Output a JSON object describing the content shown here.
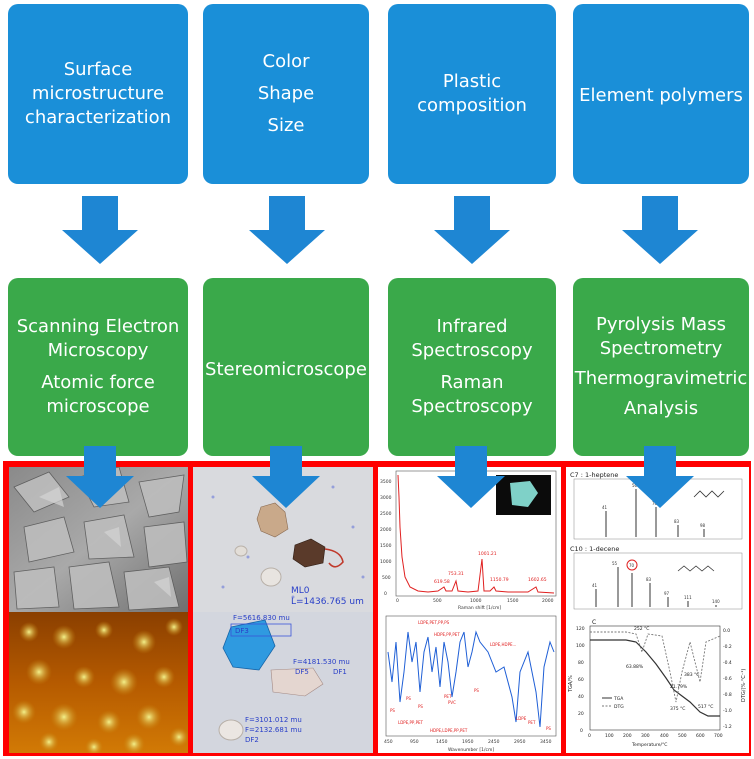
{
  "top_boxes": [
    {
      "lines": [
        "Surface",
        "microstructure",
        "characterization"
      ]
    },
    {
      "lines": [
        "Color",
        "Shape",
        "Size"
      ]
    },
    {
      "lines": [
        "Plastic",
        "composition"
      ]
    },
    {
      "lines": [
        "Element polymers"
      ]
    }
  ],
  "method_boxes": [
    {
      "lines": [
        "Scanning Electron",
        "Microscopy",
        "Atomic force",
        "microscope"
      ]
    },
    {
      "lines": [
        "Stereomicroscope"
      ]
    },
    {
      "lines": [
        "Infrared",
        "Spectroscopy",
        "Raman",
        "Spectroscopy"
      ]
    },
    {
      "lines": [
        "Pyrolysis Mass",
        "Spectrometry",
        "Thermogravimetric",
        "Analysis"
      ]
    }
  ],
  "colors": {
    "box_blue": "#1a8fd8",
    "box_green": "#3aa94a",
    "arrow_blue": "#1e86d3",
    "frame_red": "#ff0000"
  },
  "stereo_labels": {
    "measure_main": "ML0",
    "measure_length": "L=1436.765 um",
    "df3": "DF3",
    "df5": "DF5",
    "df1": "DF1",
    "df2": "DF2",
    "f1": "F=3101.012 mu",
    "f2": "F=2132.681 mu",
    "f3": "F=5616.830 mu",
    "f4": "F=4181.530 mu"
  },
  "raman": {
    "xlabel": "Raman shift [1/cm]",
    "peaks": [
      "619.58",
      "753.31",
      "1001.21",
      "1150.79",
      "1602.65"
    ],
    "x_ticks": [
      "0",
      "500",
      "1000",
      "1500",
      "2000"
    ],
    "y_ticks": [
      "0",
      "500",
      "1000",
      "1500",
      "2000",
      "2500",
      "3000",
      "3500"
    ]
  },
  "ir": {
    "xlabel": "Wavenumber [1/cm]",
    "x_ticks": [
      "450",
      "950",
      "1450",
      "1950",
      "2450",
      "2950",
      "3450"
    ],
    "labels": [
      "PS",
      "PS",
      "PS",
      "PVC",
      "PET",
      "PS",
      "LDPE",
      "PET",
      "PS",
      "LDPE,HDPE...",
      "LDPE,PET,PP,PS",
      "HDPE,PP,PET",
      "LDPE,PP,PET",
      "HDPE,LDPE,PP,PET"
    ]
  },
  "pygc": {
    "title1": "C7 : 1-heptene",
    "title2": "C10 : 1-decene",
    "peaks1": [
      "41",
      "56",
      "70",
      "83",
      "98"
    ],
    "peaks2": [
      "41",
      "55",
      "70",
      "83",
      "97",
      "111",
      "140"
    ]
  },
  "tga": {
    "ylabel_left": "TGA/%",
    "ylabel_right": "DTG/(%·°C⁻¹)",
    "xlabel": "Temperature/°C",
    "label_c": "C",
    "legend": [
      "TGA",
      "DTG"
    ],
    "annotations": [
      "252 °C",
      "383 °C",
      "375 °C",
      "517 °C",
      "63.88%",
      "21.79%"
    ],
    "x_ticks": [
      "0",
      "100",
      "200",
      "300",
      "400",
      "500",
      "600",
      "700"
    ],
    "y_left_ticks": [
      "0",
      "20",
      "40",
      "60",
      "80",
      "100",
      "120"
    ],
    "y_right_ticks": [
      "0.0",
      "-0.2",
      "-0.4",
      "-0.6",
      "-0.8",
      "-1.0",
      "-1.2"
    ]
  }
}
